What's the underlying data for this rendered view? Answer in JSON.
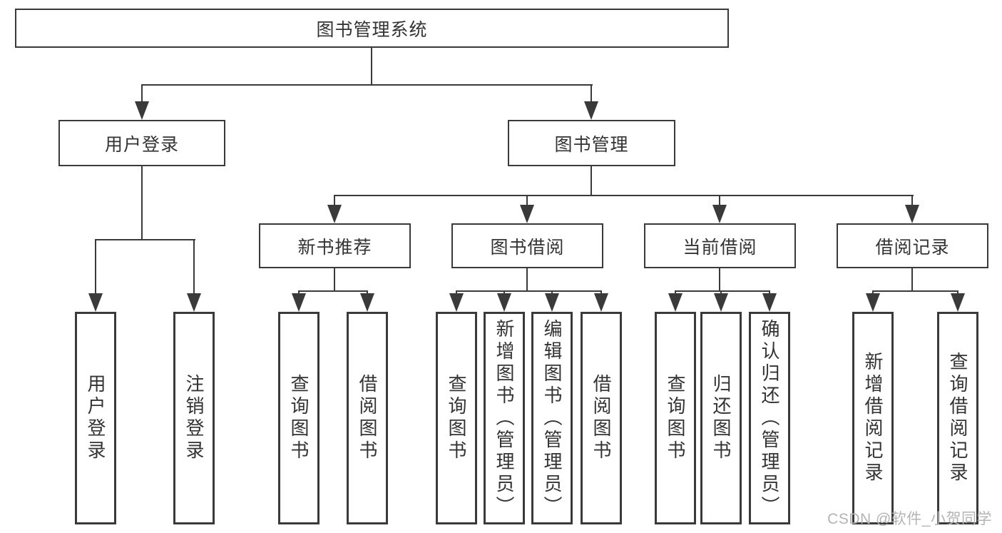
{
  "diagram": {
    "root": "图书管理系统",
    "login": {
      "label": "用户登录",
      "children": [
        "用户登录",
        "注销登录"
      ]
    },
    "mgmt": {
      "label": "图书管理",
      "groups": [
        {
          "label": "新书推荐",
          "children": [
            "查询图书",
            "借阅图书"
          ]
        },
        {
          "label": "图书借阅",
          "children": [
            "查询图书",
            "新增图书（管理员）",
            "编辑图书（管理员）",
            "借阅图书"
          ]
        },
        {
          "label": "当前借阅",
          "children": [
            "查询图书",
            "归还图书",
            "确认归还（管理员）"
          ]
        },
        {
          "label": "借阅记录",
          "children": [
            "新增借阅记录",
            "查询借阅记录"
          ]
        }
      ]
    }
  },
  "watermark": "CSDN @软件_小贺同学",
  "colors": {
    "line": "#3a3a3a",
    "text": "#333333",
    "watermark": "#b4b4b4",
    "background": "#ffffff"
  }
}
